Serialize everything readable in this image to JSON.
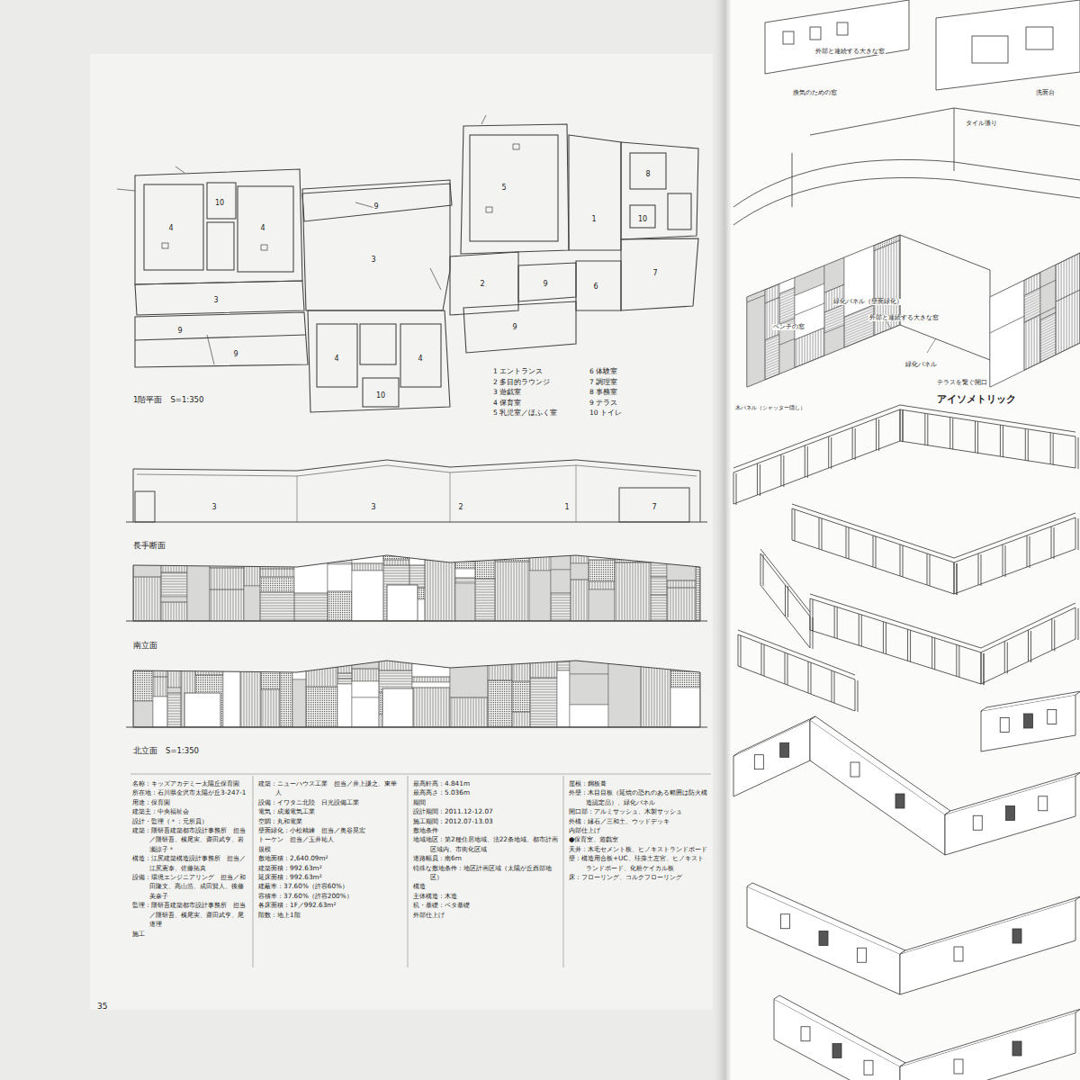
{
  "diagram": {
    "labels": [
      "10",
      "4",
      "4",
      "3",
      "3",
      "9",
      "9",
      "9",
      "5",
      "1",
      "8",
      "10",
      "2",
      "9",
      "6",
      "7",
      "9",
      "4",
      "4",
      "10",
      "1 エントランス",
      "2 多目的ラウンジ",
      "3 遊戯室",
      "4 保育室",
      "5 乳児室／ほふく室",
      "6 体験室",
      "7 調理室",
      "8 事務室",
      "9 テラス",
      "10 トイレ",
      "3",
      "3",
      "2",
      "1",
      "7",
      "1階平面　S=1:350",
      "長手断面",
      "南立面",
      "北立面　S=1:350",
      "名称：キッズアカデミー太陽丘保育園",
      "所在地：石川県金沢市太陽が丘3-247-1",
      "用途：保育園",
      "建築主：中央福祉会",
      "設計・監理（＊：元所員）",
      "建築：隈研吾建築都市設計事務所　担当／隈研吾、横尾実、齋田武亨、岩瀬諒子＊",
      "構造：江尻建築構造設計事務所　担当／江尻憲泰、佐藤拓真",
      "設備：環境エンジニアリング　担当／和田隆文、高山浩、成田賢人、後藤美奈子",
      "監理：隈研吾建築都市設計事務所　担当／隈研吾、横尾実、齋田武亨、尾道理",
      "施工",
      "建築：ニューハウス工業　担当／井上謙之、東華人",
      "設備：イワタニ北陸　日光設備工業",
      "電気：成瀬電気工業",
      "空調：丸和電業",
      "壁面緑化：小松精練　担当／奥谷晃宏",
      "トーケン　担当／玉井祐人",
      "規模",
      "敷地面積：2,640.09m²",
      "建築面積：992.63m²",
      "延床面積：992.63m²",
      "建蔽率：37.60%（許容60%）",
      "容積率：37.60%（許容200%）",
      "各床面積：1F／992.63m²",
      "階数：地上1階",
      "最高軒高：4.841m",
      "最高高さ：5.036m",
      "期間",
      "設計期間：2011.12-12.07",
      "施工期間：2012.07-13.03",
      "敷地条件",
      "地域地区：第2種住居地域、法22条地域、都市計画区域内、市街化区域",
      "道路幅員：南6m",
      "特殊な敷地条件：地区計画区域（太陽が丘西部地区）",
      "構造",
      "主体構造：木造",
      "杭・基礎：ベタ基礎",
      "外部仕上げ",
      "屋根：鋼板葺",
      "外壁：木目目板（延焼の恐れのある範囲は防火構造認定品）、緑化パネル",
      "開口部：アルミサッシュ、木製サッシュ",
      "外構：縁石／三和土、ウッドデッキ",
      "内部仕上げ",
      "●保育室、遊戯室",
      "天井：木毛セメント板、ヒノキストランドボード",
      "壁：構造用合板+UC、珪藻土左官、ヒノキストランドボード、化粧ケイカル板",
      "床：フローリング、コルクフローリング",
      "35",
      "外部と連続する大きな窓",
      "換気のための窓",
      "洗面台",
      "タイル張り",
      "ベンチの窓",
      "緑化パネル（壁面緑化）",
      "外部と連続する大きな窓",
      "緑化パネル",
      "テラスを繋ぐ開口",
      "木パネル（シャッター隠し）",
      "アイソメトリック"
    ]
  }
}
